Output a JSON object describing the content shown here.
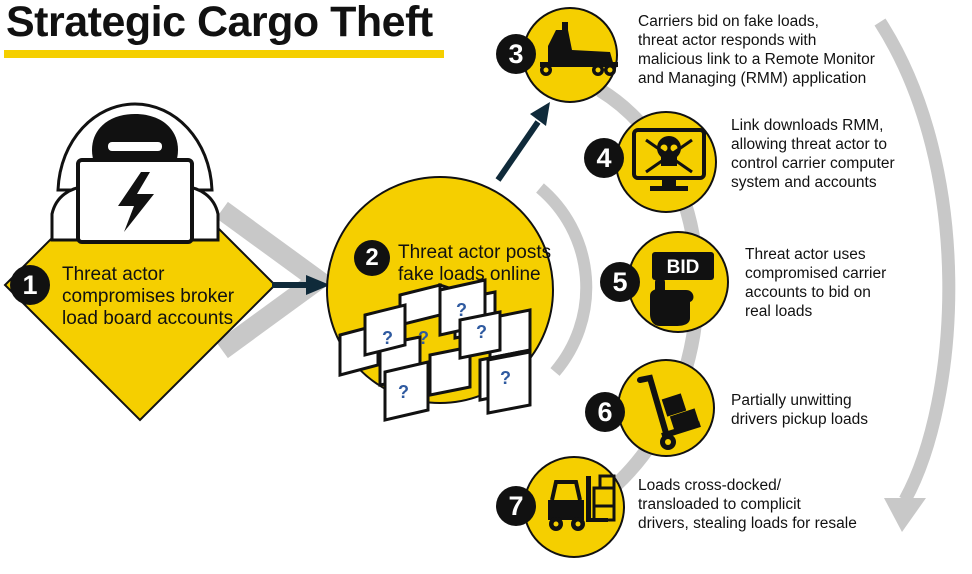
{
  "title": "Strategic Cargo Theft",
  "colors": {
    "accent": "#f5cf00",
    "arrow": "#0f2a3a",
    "gray": "#c8c8c8",
    "ink": "#111111"
  },
  "steps": [
    {
      "number": "1",
      "lines": [
        "Threat actor",
        "compromises broker",
        "load board accounts"
      ],
      "icon": "hacker-laptop-icon"
    },
    {
      "number": "2",
      "lines": [
        "Threat actor posts",
        "fake loads online"
      ],
      "icon": "mystery-boxes-icon"
    },
    {
      "number": "3",
      "lines": [
        "Carriers bid on fake loads,",
        "threat actor responds with",
        "malicious link to a Remote Monitor",
        "and Managing (RMM) application"
      ],
      "icon": "truck-icon"
    },
    {
      "number": "4",
      "lines": [
        "Link downloads RMM,",
        "allowing threat actor to",
        "control carrier computer",
        "system and accounts"
      ],
      "icon": "skull-monitor-icon"
    },
    {
      "number": "5",
      "lines": [
        "Threat actor uses",
        "compromised carrier",
        "accounts to bid on",
        "real loads"
      ],
      "icon": "bid-hand-icon",
      "icon_text": "BID"
    },
    {
      "number": "6",
      "lines": [
        "Partially unwitting",
        "drivers pickup loads"
      ],
      "icon": "hand-truck-icon"
    },
    {
      "number": "7",
      "lines": [
        "Loads cross-docked/",
        "transloaded to complicit",
        "drivers, stealing loads for resale"
      ],
      "icon": "forklift-icon"
    }
  ]
}
